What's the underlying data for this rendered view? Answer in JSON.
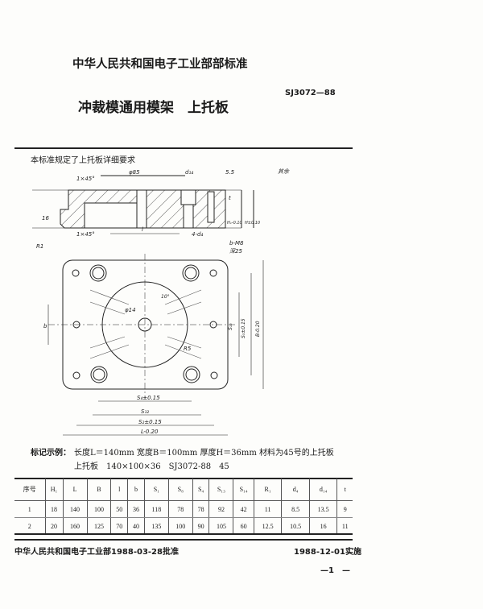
{
  "header": {
    "authority": "中华人民共和国电子工业部部标准",
    "code": "SJ3072—88",
    "title": "冲裁模通用模架　上托板"
  },
  "intro": "本标准规定了上托板详细要求",
  "drawing": {
    "labels": {
      "chamfer_top": "1×45°",
      "chamfer_bottom": "1×45°",
      "dia85": "φ85",
      "d14": "d₁₄",
      "s55": "5.5",
      "t": "t",
      "h1": "H₁-0.10",
      "h": "H±0.10",
      "h16": "16",
      "d4": "4-d₄",
      "l": "l",
      "r1": "R1",
      "m8": "b-M8",
      "depth": "深25",
      "dia14": "φ14",
      "ang": "10°",
      "r5": "R5",
      "s13": "S₁₃",
      "s3": "S₃±0.15",
      "b_tol": "B-0.20",
      "b": "b",
      "s4": "S₄±0.15",
      "s12": "S₁₂",
      "s2": "S₂±0.15",
      "l_tol": "L-0.20",
      "rest": "其余"
    }
  },
  "marking": {
    "label": "标记示例：",
    "line1": "长度L＝140mm 宽度B＝100mm 厚度H＝36mm 材料为45号的上托板",
    "line2": "上托板　140×100×36　SJ3072-88　45"
  },
  "table": {
    "headers": [
      "序号",
      "H₁",
      "L",
      "B",
      "l",
      "b",
      "S₁",
      "S₈",
      "S₄",
      "S₁₃",
      "S₁₄",
      "R₁",
      "d₄",
      "d₁₄",
      "t"
    ],
    "rows": [
      [
        "1",
        "18",
        "140",
        "100",
        "50",
        "36",
        "118",
        "78",
        "78",
        "92",
        "42",
        "11",
        "8.5",
        "13.5",
        "9"
      ],
      [
        "2",
        "20",
        "160",
        "125",
        "70",
        "40",
        "135",
        "100",
        "90",
        "105",
        "60",
        "12.5",
        "10.5",
        "16",
        "11"
      ]
    ]
  },
  "footer": {
    "approval": "中华人民共和国电子工业部1988-03-28批准",
    "effective": "1988-12-01实施",
    "page": "—1　—"
  }
}
